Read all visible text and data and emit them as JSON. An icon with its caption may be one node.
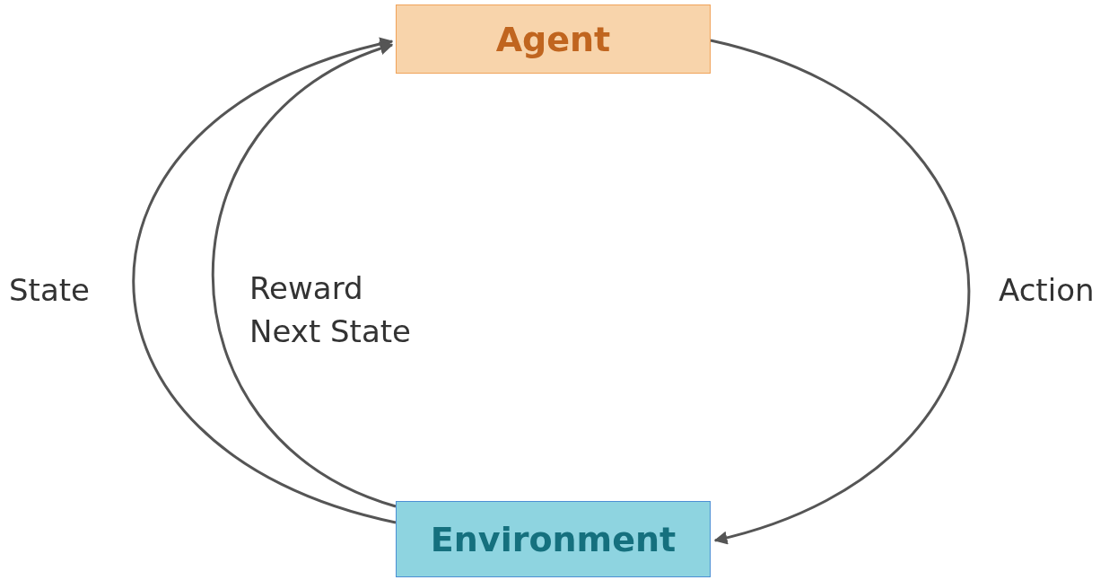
{
  "diagram": {
    "nodes": [
      {
        "text": [
          "Agent"
        ]
      },
      {
        "text": [
          "Environment"
        ]
      }
    ],
    "edges": [
      {
        "from": 0,
        "to": 1,
        "arrow": "to",
        "label": "Action"
      },
      {
        "from": 1,
        "to": 0,
        "arrow": "to",
        "label": "State"
      },
      {
        "from": 1,
        "to": 0,
        "arrow": "to",
        "label": "Reward Next State"
      }
    ]
  }
}
